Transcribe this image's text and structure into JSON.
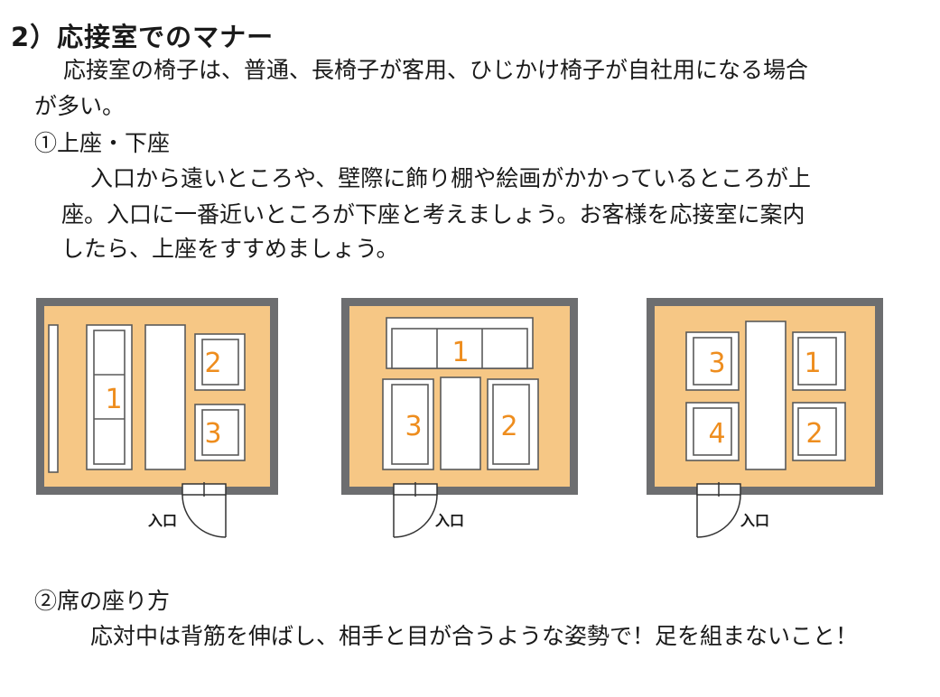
{
  "section_heading": "2）応接室でのマナー",
  "intro": {
    "line1": "応接室の椅子は、普通、長椅子が客用、ひじかけ椅子が自社用になる場合",
    "line2": "が多い。"
  },
  "subsection1": {
    "title": "①上座・下座",
    "line1": "入口から遠いところや、壁際に飾り棚や絵画がかかっているところが上",
    "line2": "座。入口に一番近いところが下座と考えましょう。お客様を応接室に案内",
    "line3": "したら、上座をすすめましょう。"
  },
  "diagrams": [
    {
      "seats": [
        "1",
        "2",
        "3"
      ],
      "entrance_label": "入口"
    },
    {
      "seats": [
        "1",
        "3",
        "2"
      ],
      "entrance_label": "入口"
    },
    {
      "seats": [
        "3",
        "1",
        "4",
        "2"
      ],
      "entrance_label": "入口"
    }
  ],
  "subsection2": {
    "title": "②席の座り方",
    "line1": "応対中は背筋を伸ばし、相手と目が合うような姿勢で！足を組まないこと！"
  },
  "colors": {
    "wall": "#6d6e70",
    "floor": "#f6c785",
    "furniture_fill": "#ffffff",
    "furniture_stroke": "#5a5a5a",
    "seat_number": "#ee8d1e"
  }
}
